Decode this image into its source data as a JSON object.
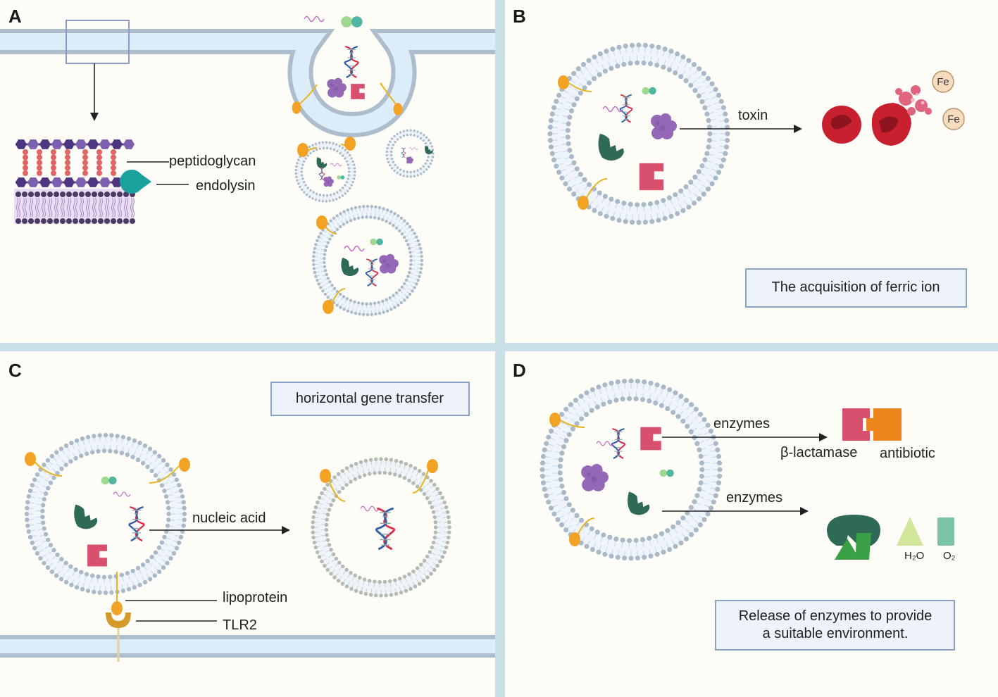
{
  "colors": {
    "background": "#fdfcf7",
    "panel_divider": "#c9e0e6",
    "membrane_outer": "#aebdcb",
    "membrane_inner": "#dcecf9",
    "vesicle_bead": "#a9b9c8",
    "vesicle_gray_bead": "#b3bbb0",
    "enzyme_green": "#2e6a55",
    "enzyme_pink": "#d9506f",
    "protein_purple": "#9468b6",
    "lipid_orange": "#f2a324",
    "dna_red": "#d9304a",
    "dna_blue": "#2f5fa8",
    "rna_pink": "#c76cc4",
    "blood_red": "#c8202f",
    "antibiotic_orange": "#ec861c",
    "box_border": "#8aa3c4",
    "box_fill": "#eef2fa"
  },
  "panels": {
    "a": {
      "label": "A",
      "peptidoglycan": "peptidoglycan",
      "endolysin": "endolysin"
    },
    "b": {
      "label": "B",
      "toxin": "toxin",
      "fe1": "Fe",
      "fe2": "Fe",
      "box": "The acquisition of ferric ion"
    },
    "c": {
      "label": "C",
      "box": "horizontal gene transfer",
      "nucleic_acid": "nucleic acid",
      "lipoprotein": "lipoprotein",
      "tlr2": "TLR2"
    },
    "d": {
      "label": "D",
      "enzymes_1": "enzymes",
      "beta_lactamase": "β-lactamase",
      "antibiotic": "antibiotic",
      "enzymes_2": "enzymes",
      "h2o": "H₂O",
      "o2": "O₂",
      "box_line1": "Release of  enzymes to provide",
      "box_line2": "a suitable environment."
    }
  }
}
